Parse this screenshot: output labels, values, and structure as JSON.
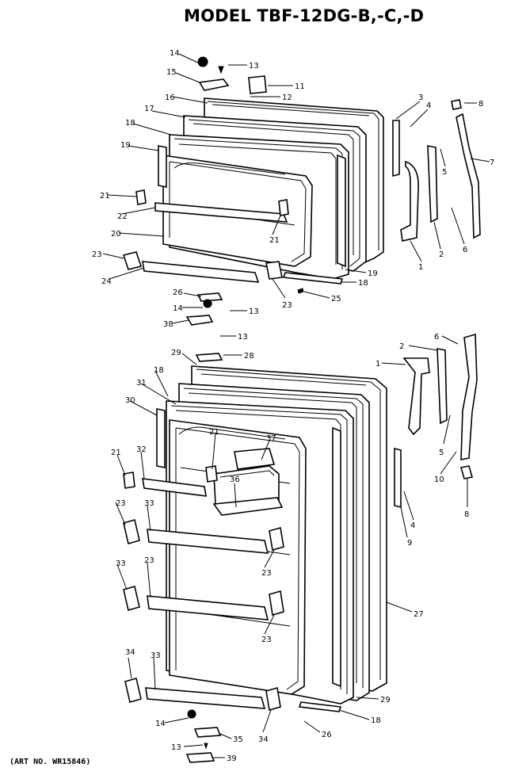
{
  "title": "MODEL TBF-12DG-B,-C,-D",
  "art_number": "(ART NO. WR15846)",
  "upper_door_callouts": [
    "14",
    "13",
    "15",
    "11",
    "12",
    "16",
    "3",
    "4",
    "8",
    "17",
    "18",
    "19",
    "7",
    "5",
    "21",
    "22",
    "6",
    "20",
    "21",
    "2",
    "1",
    "23",
    "19",
    "24",
    "18",
    "23",
    "25",
    "26",
    "14",
    "13",
    "38"
  ],
  "lower_door_callouts": [
    "13",
    "29",
    "28",
    "6",
    "2",
    "18",
    "1",
    "31",
    "30",
    "21",
    "37",
    "32",
    "36",
    "21",
    "5",
    "10",
    "23",
    "33",
    "4",
    "8",
    "9",
    "23",
    "33",
    "23",
    "27",
    "23",
    "34",
    "33",
    "29",
    "14",
    "18",
    "26",
    "34",
    "35",
    "13",
    "39"
  ]
}
